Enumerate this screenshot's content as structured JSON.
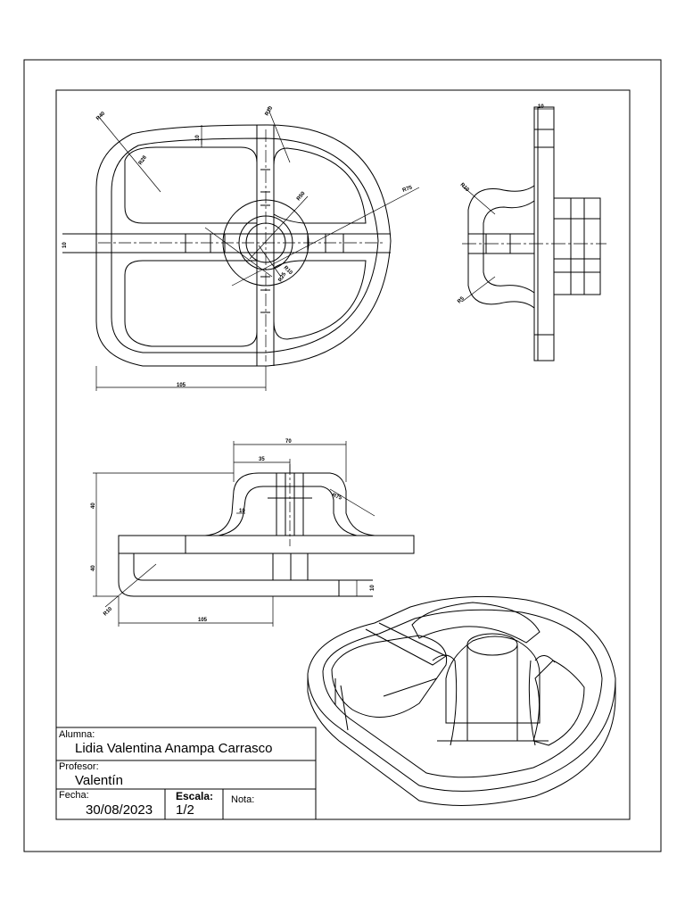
{
  "title_block": {
    "alumna_label": "Alumna:",
    "alumna_value": "Lidia Valentina Anampa Carrasco",
    "profesor_label": "Profesor:",
    "profesor_value": "Valentín",
    "fecha_label": "Fecha:",
    "fecha_value": "30/08/2023",
    "escala_label": "Escala:",
    "escala_value": "1/2",
    "nota_label": "Nota:"
  },
  "dimensions": {
    "top_view": [
      "R40",
      "R10",
      "R28",
      "10",
      "R75",
      "R50",
      "10",
      "R10",
      "R25",
      "105"
    ],
    "side_view": [
      "10",
      "R10",
      "R5"
    ],
    "front_view": [
      "70",
      "35",
      "40",
      "10",
      "R75",
      "40",
      "10",
      "R10",
      "105"
    ]
  },
  "colors": {
    "line": "#000000",
    "paper": "#ffffff"
  }
}
